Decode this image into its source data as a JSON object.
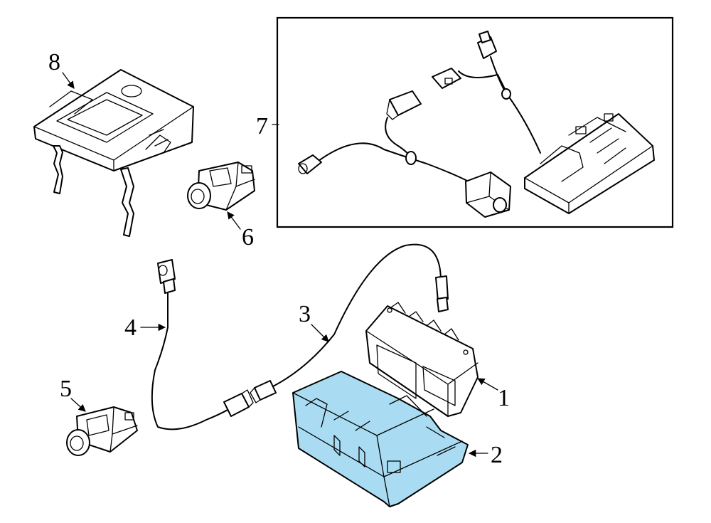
{
  "colors": {
    "highlight": "#a9dcf2",
    "line": "#000000",
    "background": "#ffffff"
  },
  "callouts": {
    "c1": "1",
    "c2": "2",
    "c3": "3",
    "c4": "4",
    "c5": "5",
    "c6": "6",
    "c7": "7",
    "c8": "8"
  },
  "highlighted_part": "2"
}
